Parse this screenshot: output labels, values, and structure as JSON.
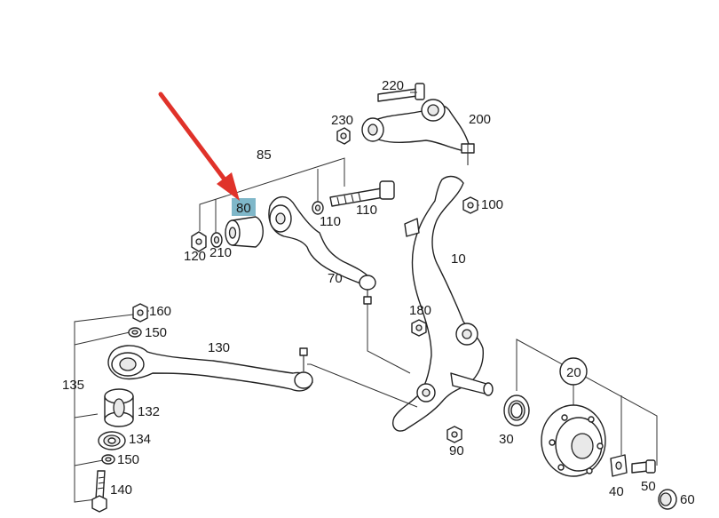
{
  "diagram": {
    "highlight_color": "#7fb7c9",
    "arrow_color": "#e0322a",
    "callouts": [
      {
        "id": "c220",
        "text": "220"
      },
      {
        "id": "c230",
        "text": "230"
      },
      {
        "id": "c200",
        "text": "200"
      },
      {
        "id": "c85",
        "text": "85"
      },
      {
        "id": "c80",
        "text": "80",
        "highlighted": true
      },
      {
        "id": "c110a",
        "text": "110"
      },
      {
        "id": "c110b",
        "text": "110"
      },
      {
        "id": "c100",
        "text": "100"
      },
      {
        "id": "c210",
        "text": "210"
      },
      {
        "id": "c120",
        "text": "120"
      },
      {
        "id": "c10",
        "text": "10"
      },
      {
        "id": "c70",
        "text": "70"
      },
      {
        "id": "c180",
        "text": "180"
      },
      {
        "id": "c160",
        "text": "160"
      },
      {
        "id": "c150a",
        "text": "150"
      },
      {
        "id": "c130",
        "text": "130"
      },
      {
        "id": "c135",
        "text": "135"
      },
      {
        "id": "c132",
        "text": "132"
      },
      {
        "id": "c134",
        "text": "134"
      },
      {
        "id": "c150b",
        "text": "150"
      },
      {
        "id": "c140",
        "text": "140"
      },
      {
        "id": "c20",
        "text": "20"
      },
      {
        "id": "c30",
        "text": "30"
      },
      {
        "id": "c90",
        "text": "90"
      },
      {
        "id": "c40",
        "text": "40"
      },
      {
        "id": "c50",
        "text": "50"
      },
      {
        "id": "c60",
        "text": "60"
      }
    ]
  }
}
